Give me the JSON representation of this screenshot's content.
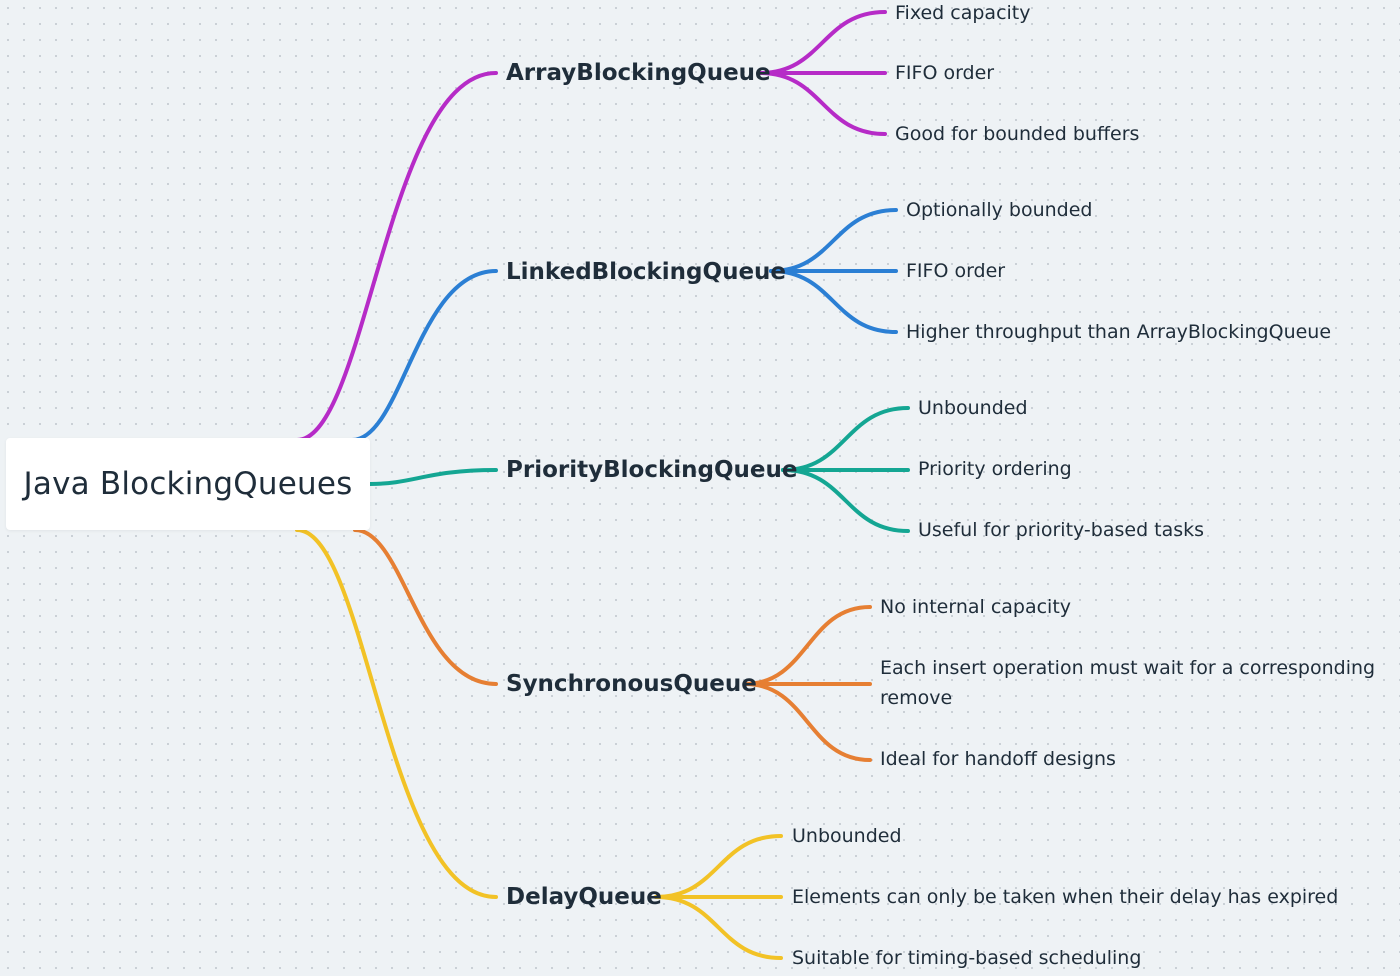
{
  "root": {
    "label": "Java BlockingQueues"
  },
  "branches": [
    {
      "label": "ArrayBlockingQueue",
      "color": "#b62bc7",
      "children": [
        "Fixed capacity",
        "FIFO order",
        "Good for bounded buffers"
      ]
    },
    {
      "label": "LinkedBlockingQueue",
      "color": "#2b7fd4",
      "children": [
        "Optionally bounded",
        "FIFO order",
        "Higher throughput than ArrayBlockingQueue"
      ]
    },
    {
      "label": "PriorityBlockingQueue",
      "color": "#14a693",
      "children": [
        "Unbounded",
        "Priority ordering",
        "Useful for priority-based tasks"
      ]
    },
    {
      "label": "SynchronousQueue",
      "color": "#e67f33",
      "children": [
        "No internal capacity",
        "Each insert operation must wait for a corresponding remove",
        "Ideal for handoff designs"
      ]
    },
    {
      "label": "DelayQueue",
      "color": "#f2c226",
      "children": [
        "Unbounded",
        "Elements can only be taken when their delay has expired",
        "Suitable for timing-based scheduling"
      ]
    }
  ]
}
